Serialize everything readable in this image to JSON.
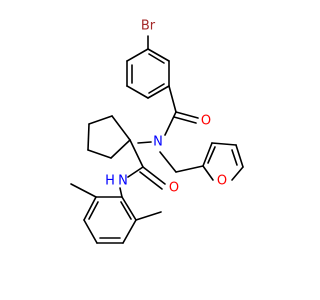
{
  "molecule": {
    "colors": {
      "bond": "#000000",
      "carbon": "#000000",
      "bromine": "#a52a2a",
      "oxygen": "#ff0000",
      "nitrogen": "#0000ff"
    },
    "atoms": {
      "br": "Br",
      "o_carbonyl_top": "O",
      "n_tertiary": "N",
      "o_furan": "O",
      "o_carbonyl_amide": "O",
      "n_amide": "N",
      "h_amide": "H"
    }
  }
}
